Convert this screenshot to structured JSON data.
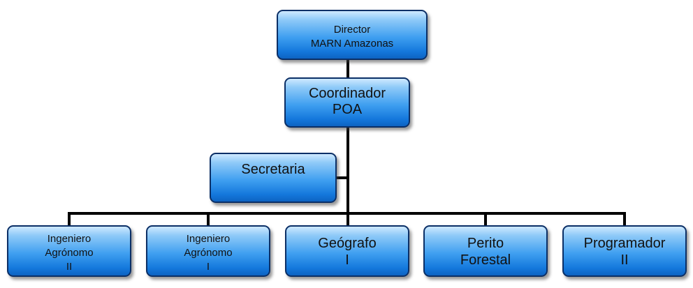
{
  "org_chart": {
    "director": {
      "lines": [
        "Director",
        "MARN Amazonas"
      ]
    },
    "coordinador": {
      "lines": [
        "Coordinador",
        "POA"
      ]
    },
    "secretaria": {
      "lines": [
        "Secretaria"
      ]
    },
    "staff": [
      {
        "lines": [
          "Ingeniero",
          "Agrónomo",
          "II"
        ]
      },
      {
        "lines": [
          "Ingeniero",
          "Agrónomo",
          "I"
        ]
      },
      {
        "lines": [
          "Geógrafo",
          "I"
        ]
      },
      {
        "lines": [
          "Perito",
          "Forestal"
        ]
      },
      {
        "lines": [
          "Programador",
          "II"
        ]
      }
    ],
    "colors": {
      "box_top": "#cfe9ff",
      "box_bottom": "#0d63c2",
      "box_border": "#0b2f66",
      "connector": "#000000"
    }
  }
}
